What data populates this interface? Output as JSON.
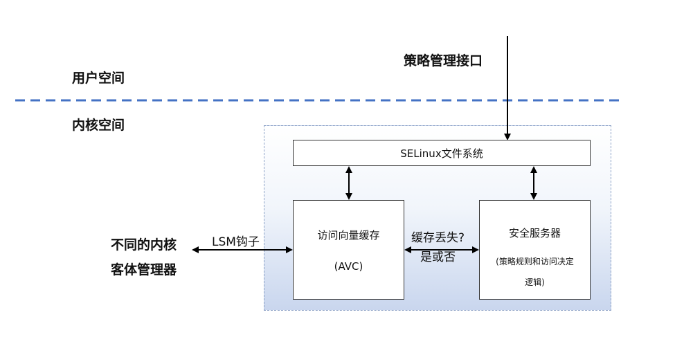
{
  "user_space_label": "用户空间",
  "kernel_space_label": "内核空间",
  "policy_interface_label": "策略管理接口",
  "selinux_fs_label": "SELinux文件系统",
  "avc": {
    "line1": "访问向量缓存",
    "line2": "(AVC)"
  },
  "security_server": {
    "title": "安全服务器",
    "sub_line1": "(策略规则和访问决定",
    "sub_line2": "逻辑)"
  },
  "cache_miss": {
    "line1": "缓存丢失?",
    "line2": "是或否"
  },
  "lsm_hook_label": "LSM钩子",
  "kernel_managers": {
    "line1": "不同的内核",
    "line2": "客体管理器"
  },
  "colors": {
    "divider": "#4472c4",
    "region_border": "#8ea3c7",
    "region_fill_bottom": "#c9d6ee",
    "arrow": "#000000"
  }
}
